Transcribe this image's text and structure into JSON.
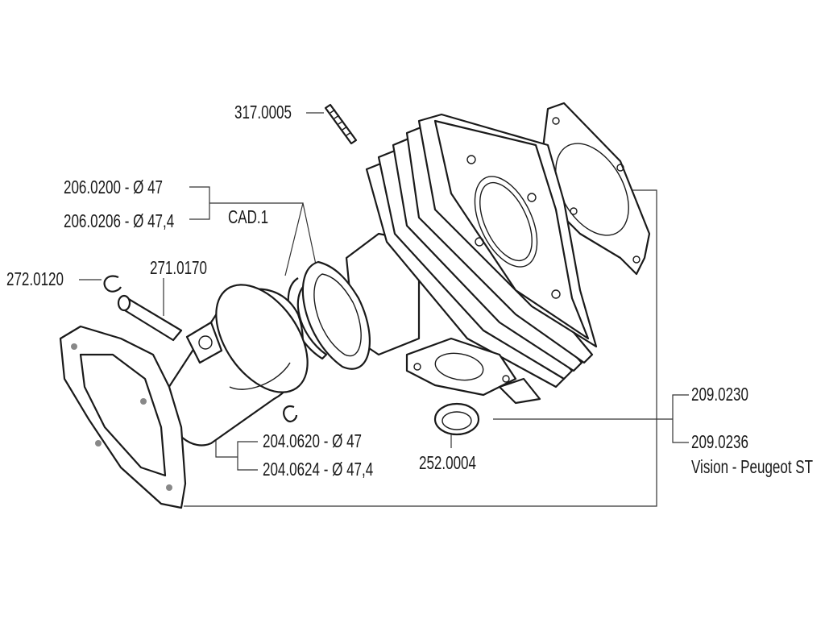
{
  "diagram": {
    "parts": [
      {
        "id": "stud",
        "code": "317.0005"
      },
      {
        "id": "rings",
        "codes": [
          "206.0200 - Ø 47",
          "206.0206 - Ø 47,4"
        ],
        "note": "CAD.1"
      },
      {
        "id": "circlip",
        "code": "272.0120"
      },
      {
        "id": "piston-pin",
        "code": "271.0170"
      },
      {
        "id": "piston",
        "codes": [
          "204.0620 - Ø 47",
          "204.0624 - Ø 47,4"
        ]
      },
      {
        "id": "exhaust-gasket",
        "code": "252.0004"
      },
      {
        "id": "cylinder-kit",
        "codes": [
          "209.0230",
          "209.0236"
        ],
        "note": "Vision - Peugeot ST"
      }
    ]
  }
}
